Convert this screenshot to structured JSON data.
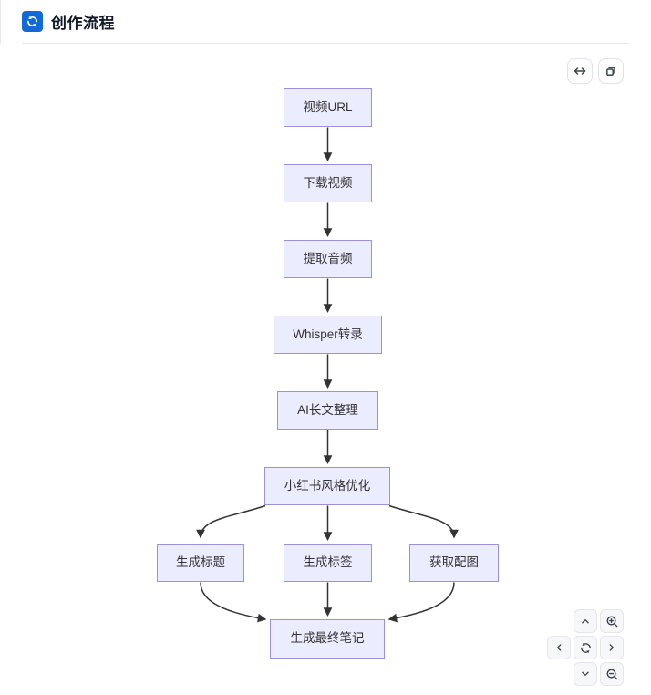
{
  "header": {
    "title": "创作流程",
    "logo_icon": "sync-logo-icon",
    "logo_color": "#1269d8"
  },
  "toolbar": {
    "expand_icon": "expand-horizontal-icon",
    "copy_icon": "copy-icon"
  },
  "flowchart": {
    "node_fill": "#ECECFF",
    "node_border": "#9370DB",
    "edge_color": "#333333",
    "nodes": [
      {
        "id": "A",
        "label": "视频URL"
      },
      {
        "id": "B",
        "label": "下载视频"
      },
      {
        "id": "C",
        "label": "提取音频"
      },
      {
        "id": "D",
        "label": "Whisper转录"
      },
      {
        "id": "E",
        "label": "AI长文整理"
      },
      {
        "id": "F",
        "label": "小红书风格优化"
      },
      {
        "id": "G",
        "label": "生成标题"
      },
      {
        "id": "H",
        "label": "生成标签"
      },
      {
        "id": "I",
        "label": "获取配图"
      },
      {
        "id": "J",
        "label": "生成最终笔记"
      }
    ],
    "edges": [
      {
        "from": "A",
        "to": "B"
      },
      {
        "from": "B",
        "to": "C"
      },
      {
        "from": "C",
        "to": "D"
      },
      {
        "from": "D",
        "to": "E"
      },
      {
        "from": "E",
        "to": "F"
      },
      {
        "from": "F",
        "to": "G"
      },
      {
        "from": "F",
        "to": "H"
      },
      {
        "from": "F",
        "to": "I"
      },
      {
        "from": "G",
        "to": "J"
      },
      {
        "from": "H",
        "to": "J"
      },
      {
        "from": "I",
        "to": "J"
      }
    ]
  },
  "controls": {
    "pan_up": "chevron-up-icon",
    "pan_down": "chevron-down-icon",
    "pan_left": "chevron-left-icon",
    "pan_right": "chevron-right-icon",
    "reset": "sync-icon",
    "zoom_in": "zoom-in-icon",
    "zoom_out": "zoom-out-icon"
  }
}
